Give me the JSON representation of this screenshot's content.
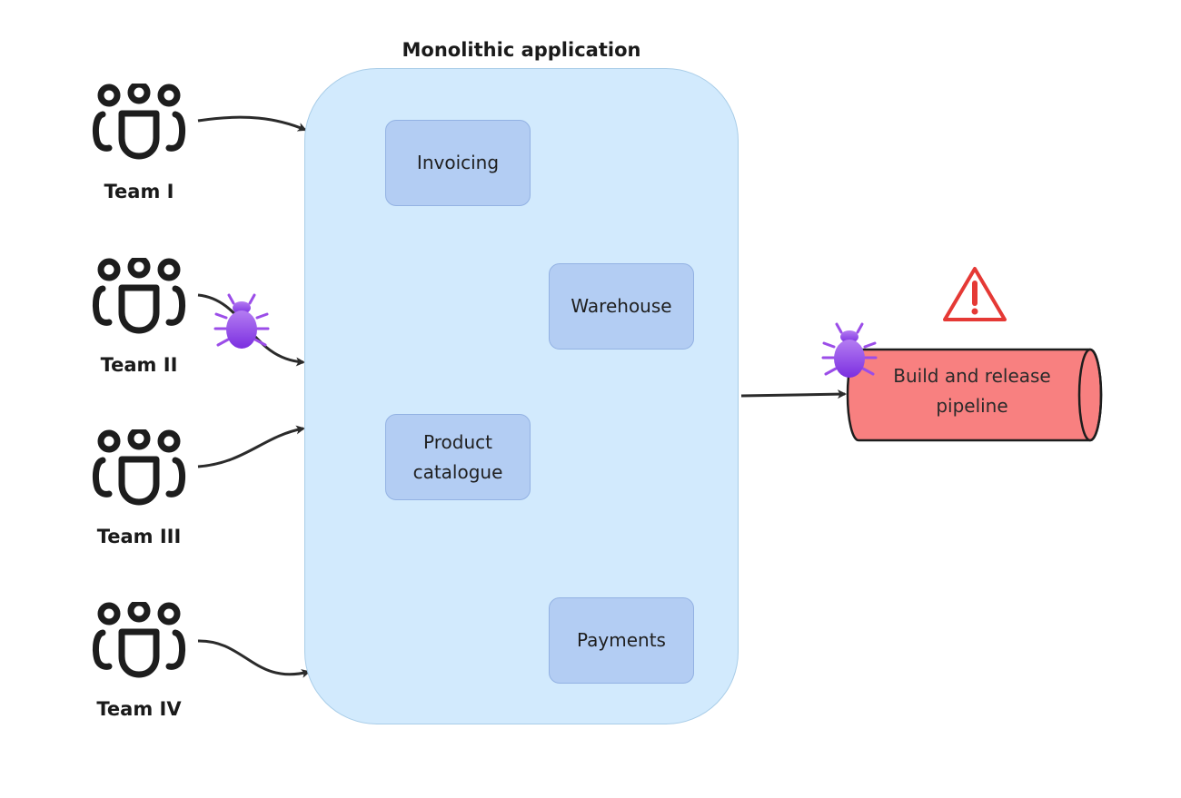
{
  "title": "Monolithic application",
  "teams": [
    {
      "label": "Team I"
    },
    {
      "label": "Team II"
    },
    {
      "label": "Team III"
    },
    {
      "label": "Team IV"
    }
  ],
  "modules": [
    {
      "label": "Invoicing"
    },
    {
      "label": "Warehouse"
    },
    {
      "label": "Product catalogue"
    },
    {
      "label": "Payments"
    }
  ],
  "pipeline": {
    "label": "Build and release pipeline"
  },
  "icons": {
    "team": "team-icon",
    "bug": "bug-icon",
    "warning": "warning-icon"
  },
  "colors": {
    "monolith_fill": "#d2eafd",
    "module_fill": "#b3cdf3",
    "pipeline_fill": "#f88080",
    "bug": "#9b4de8",
    "warning": "#e53935"
  }
}
